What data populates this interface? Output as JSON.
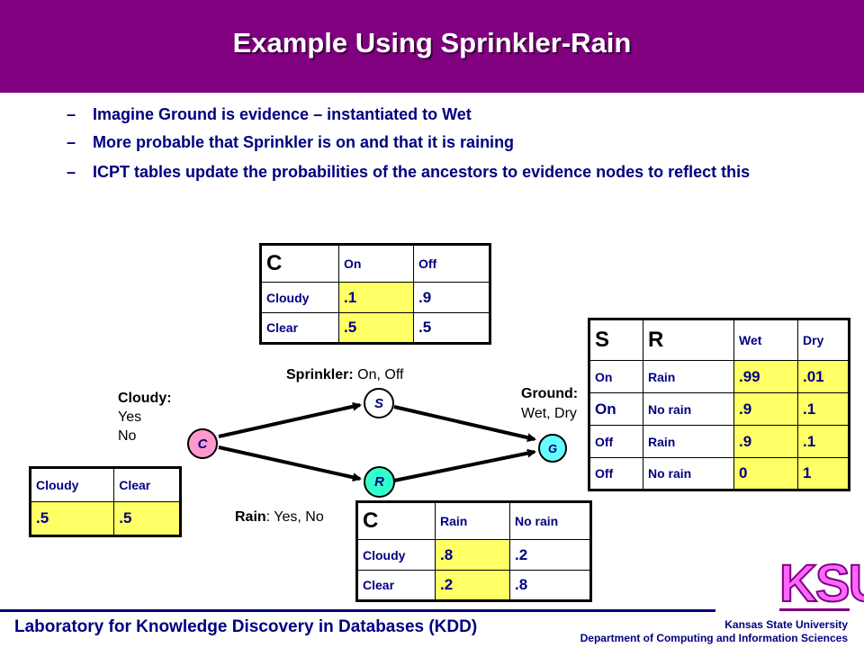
{
  "title": "Example Using Sprinkler-Rain",
  "bullets": [
    {
      "dash": "–",
      "text": "Imagine Ground is evidence – instantiated to Wet"
    },
    {
      "dash": "–",
      "text": "More probable that Sprinkler is on and that it is raining"
    },
    {
      "dash": "–",
      "text": "ICPT tables update the probabilities of the ancestors to evidence nodes to reflect this"
    }
  ],
  "nodes": {
    "c": "C",
    "s": "S",
    "r": "R",
    "g": "G"
  },
  "labels": {
    "cloudy_name": "Cloudy:",
    "cloudy_values": [
      "Yes",
      "No"
    ],
    "sprinkler_name": "Sprinkler:",
    "sprinkler_values": "On, Off",
    "rain_name": "Rain",
    "rain_values": ": Yes, No",
    "ground_name": "Ground:",
    "ground_values": "Wet, Dry"
  },
  "cloudy_table": {
    "headers": [
      "Cloudy",
      "Clear"
    ],
    "values": [
      ".5",
      ".5"
    ]
  },
  "sprinkler_table": {
    "corner": "C",
    "headers": [
      "On",
      "Off"
    ],
    "rows": [
      {
        "label": "Cloudy",
        "values": [
          ".1",
          ".9"
        ]
      },
      {
        "label": "Clear",
        "values": [
          ".5",
          ".5"
        ]
      }
    ]
  },
  "rain_table": {
    "corner": "C",
    "headers": [
      "Rain",
      "No rain"
    ],
    "rows": [
      {
        "label": "Cloudy",
        "values": [
          ".8",
          ".2"
        ]
      },
      {
        "label": "Clear",
        "values": [
          ".2",
          ".8"
        ]
      }
    ]
  },
  "ground_table": {
    "corner": [
      "S",
      "R"
    ],
    "headers": [
      "Wet",
      "Dry"
    ],
    "rows": [
      {
        "s": "On",
        "r": "Rain",
        "values": [
          ".99",
          ".01"
        ]
      },
      {
        "s": "On",
        "r": "No rain",
        "values": [
          ".9",
          ".1"
        ]
      },
      {
        "s": "Off",
        "r": "Rain",
        "values": [
          ".9",
          ".1"
        ]
      },
      {
        "s": "Off",
        "r": "No rain",
        "values": [
          "0",
          "1"
        ]
      }
    ]
  },
  "footer": {
    "left": "Laboratory for Knowledge Discovery in Databases (KDD)",
    "right1": "Kansas State University",
    "right2": "Department of Computing and Information Sciences",
    "logo": "KSU"
  },
  "colors": {
    "title_bar": "#800080",
    "text": "#000080",
    "cell_fill": "#ffff66",
    "node_fill": "#ff99cc"
  }
}
